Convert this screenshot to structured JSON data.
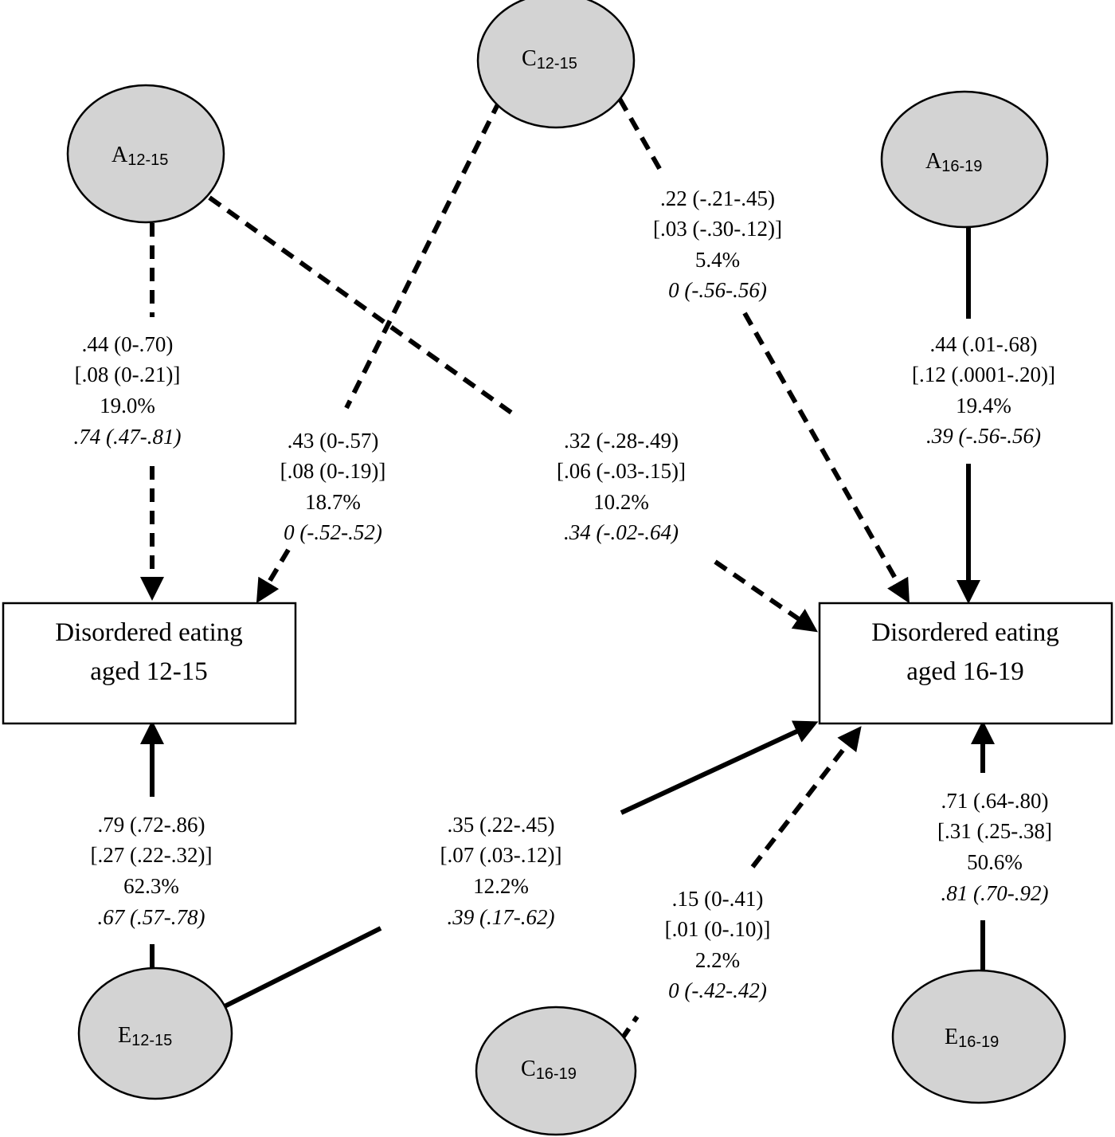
{
  "colors": {
    "latent_fill": "#d3d3d3",
    "stroke": "#000000",
    "background": "#ffffff"
  },
  "latent": {
    "a1": {
      "letter": "A",
      "sub": "12-15"
    },
    "c1": {
      "letter": "C",
      "sub": "12-15"
    },
    "e1": {
      "letter": "E",
      "sub": "12-15"
    },
    "a2": {
      "letter": "A",
      "sub": "16-19"
    },
    "c2": {
      "letter": "C",
      "sub": "16-19"
    },
    "e2": {
      "letter": "E",
      "sub": "16-19"
    }
  },
  "observed": {
    "de1": {
      "line1": "Disordered eating",
      "line2": "aged 12-15"
    },
    "de2": {
      "line1": "Disordered eating",
      "line2": "aged 16-19"
    }
  },
  "paths": {
    "a1_de1": {
      "style": "dashed",
      "estimate": ".44 (0-.70)",
      "bracket": "[.08 (0-.21)]",
      "percent": "19.0%",
      "italic": ".74 (.47-.81)"
    },
    "c1_de1": {
      "style": "dashed",
      "estimate": ".43 (0-.57)",
      "bracket": "[.08 (0-.19)]",
      "percent": "18.7%",
      "italic": "0 (-.52-.52)"
    },
    "a1_de2": {
      "style": "dashed",
      "estimate": ".32 (-.28-.49)",
      "bracket": "[.06 (-.03-.15)]",
      "percent": "10.2%",
      "italic": ".34 (-.02-.64)"
    },
    "c1_de2": {
      "style": "dashed",
      "estimate": ".22 (-.21-.45)",
      "bracket": "[.03 (-.30-.12)]",
      "percent": "5.4%",
      "italic": "0 (-.56-.56)"
    },
    "a2_de2": {
      "style": "solid",
      "estimate": ".44 (.01-.68)",
      "bracket": "[.12 (.0001-.20)]",
      "percent": "19.4%",
      "italic": ".39 (-.56-.56)"
    },
    "e1_de1": {
      "style": "solid",
      "estimate": ".79 (.72-.86)",
      "bracket": "[.27 (.22-.32)]",
      "percent": "62.3%",
      "italic": ".67 (.57-.78)"
    },
    "e1_de2": {
      "style": "solid",
      "estimate": ".35 (.22-.45)",
      "bracket": "[.07 (.03-.12)]",
      "percent": "12.2%",
      "italic": ".39 (.17-.62)"
    },
    "c2_de2": {
      "style": "dashed",
      "estimate": ".15 (0-.41)",
      "bracket": "[.01 (0-.10)]",
      "percent": "2.2%",
      "italic": "0 (-.42-.42)"
    },
    "e2_de2": {
      "style": "solid",
      "estimate": ".71 (.64-.80)",
      "bracket": "[.31 (.25-.38]",
      "percent": "50.6%",
      "italic": ".81 (.70-.92)"
    }
  }
}
